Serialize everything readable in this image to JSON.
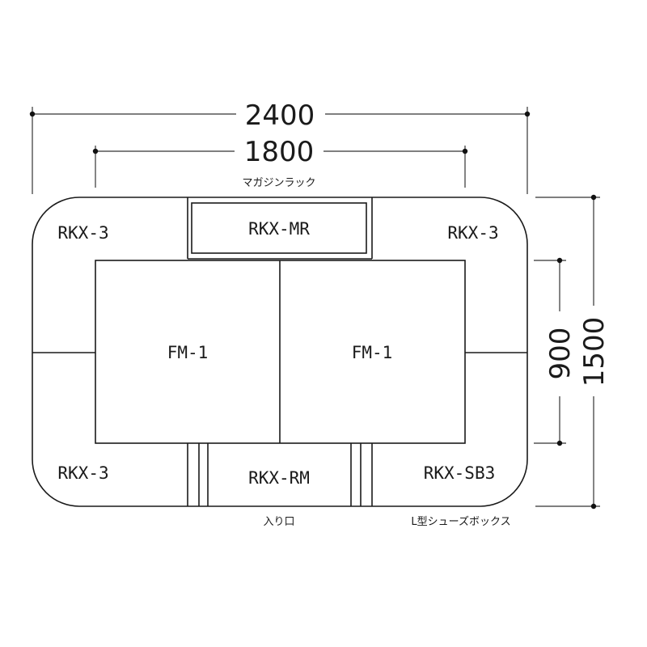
{
  "dimensions": {
    "total_width": "2400",
    "inner_width": "1800",
    "inner_height": "900",
    "total_height": "1500"
  },
  "notes": {
    "magazine_rack": "マガジンラック",
    "entrance": "入り口",
    "shoe_box": "L型シューズボックス"
  },
  "modules": {
    "rkx3_top_left": "RKX-3",
    "rkx3_top_right": "RKX-3",
    "rkx3_bottom_left": "RKX-3",
    "rkx_mr": "RKX-MR",
    "rkx_rm": "RKX-RM",
    "rkx_sb3": "RKX-SB3",
    "fm1_left": "FM-1",
    "fm1_right": "FM-1"
  }
}
